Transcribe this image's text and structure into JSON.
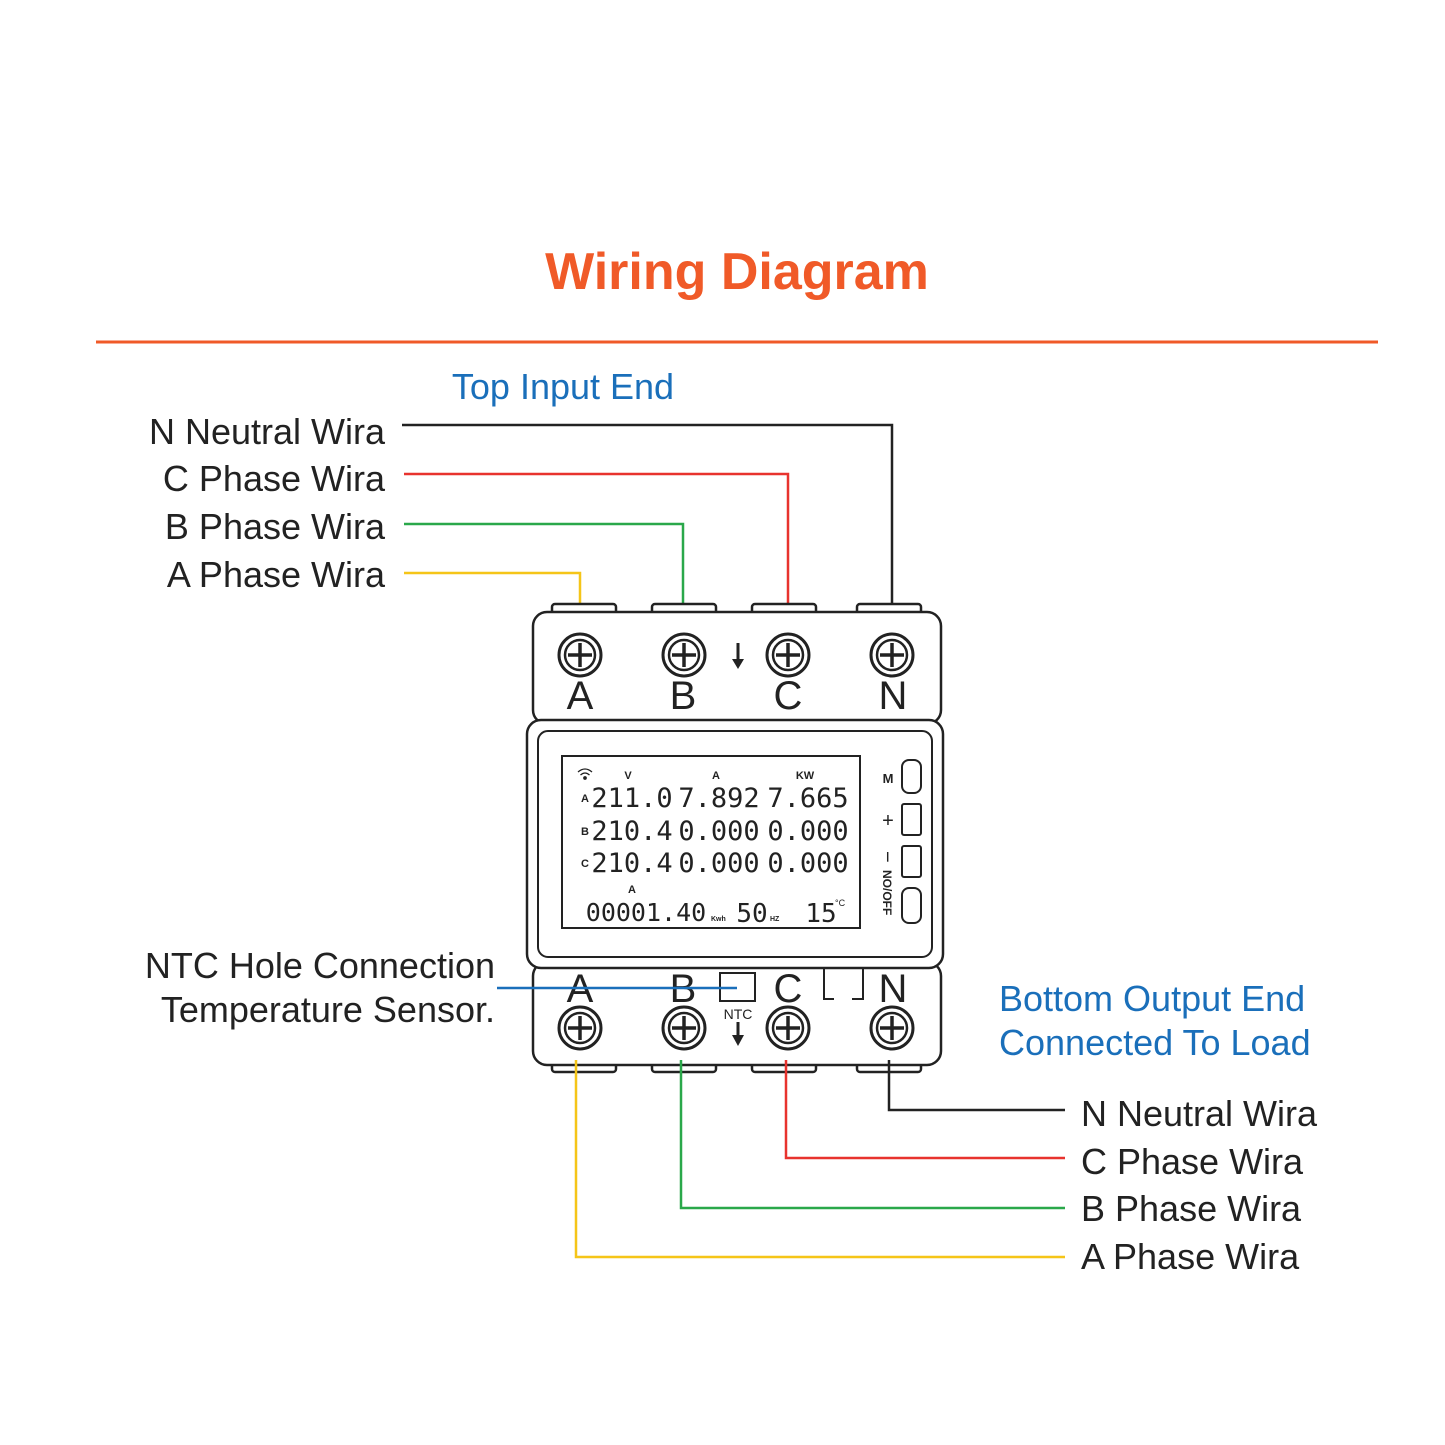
{
  "title": "Wiring Diagram",
  "colors": {
    "title": "#f05a28",
    "section": "#1a6fba",
    "neutral": "#222222",
    "phase_c": "#e8332e",
    "phase_b": "#2aa84a",
    "phase_a": "#f5c518",
    "ntc_line": "#1a6fba"
  },
  "top": {
    "heading": "Top Input End",
    "wires": {
      "n": "N Neutral Wira",
      "c": "C Phase Wira",
      "b": "B Phase Wira",
      "a": "A Phase Wira"
    }
  },
  "bottom": {
    "heading_line1": "Bottom Output End",
    "heading_line2": "Connected To Load",
    "wires": {
      "n": "N Neutral Wira",
      "c": "C Phase Wira",
      "b": "B Phase Wira",
      "a": "A Phase Wira"
    }
  },
  "ntc": {
    "line1": "NTC Hole Connection",
    "line2": "Temperature Sensor.",
    "hole_label": "NTC"
  },
  "terminals": {
    "a": "A",
    "b": "B",
    "c": "C",
    "n": "N"
  },
  "device": {
    "buttons": {
      "m": "M",
      "plus": "+",
      "minus": "−",
      "onoff": "NO/OFF"
    },
    "display": {
      "headers": {
        "volt": "V",
        "amp": "A",
        "kw": "KW"
      },
      "rows": [
        {
          "phase": "A",
          "v": "211.0",
          "a": "7.892",
          "kw": "7.665"
        },
        {
          "phase": "B",
          "v": "210.4",
          "a": "0.000",
          "kw": "0.000"
        },
        {
          "phase": "C",
          "v": "210.4",
          "a": "0.000",
          "kw": "0.000"
        }
      ],
      "small_a": "A",
      "energy": "00001.40",
      "energy_unit": "Kwh",
      "freq": "50",
      "freq_unit": "HZ",
      "temp": "15",
      "temp_unit": "°C"
    }
  }
}
